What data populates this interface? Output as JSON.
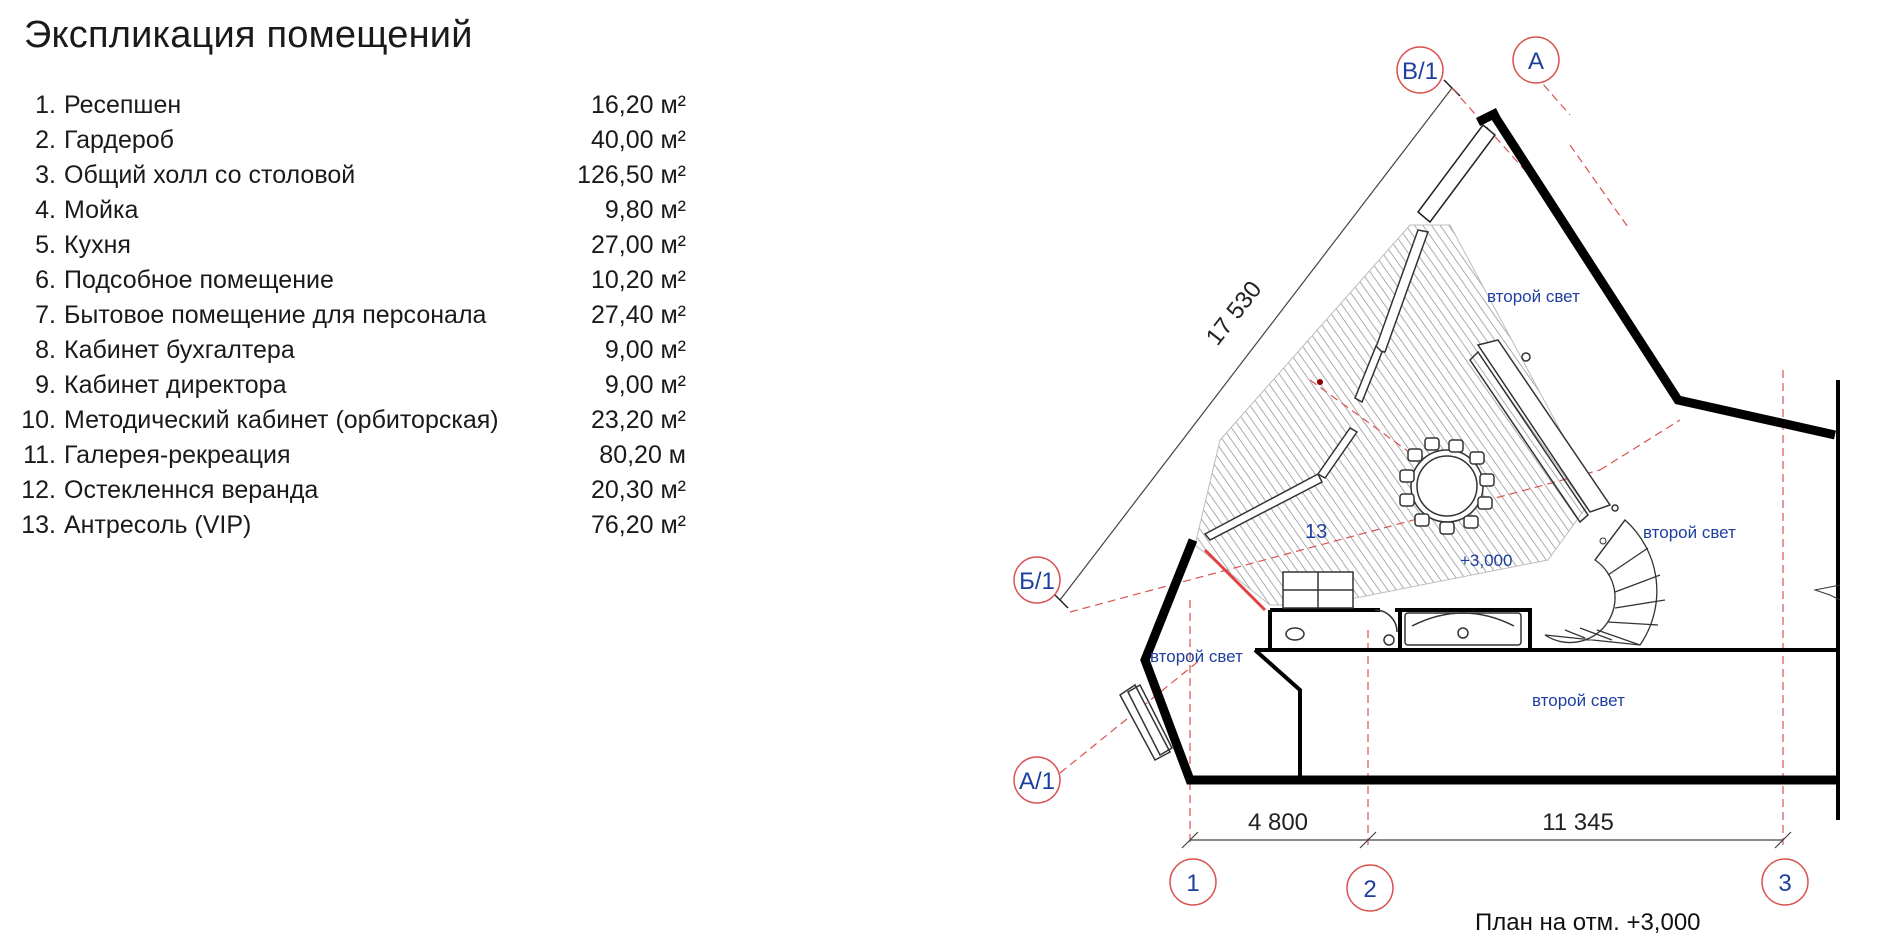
{
  "title": "Экспликация помещений",
  "rooms": [
    {
      "num": "1.",
      "name": "Ресепшен",
      "area": "16,20 м²"
    },
    {
      "num": "2.",
      "name": "Гардероб",
      "area": "40,00 м²"
    },
    {
      "num": "3.",
      "name": "Общий холл со столовой",
      "area": "126,50 м²"
    },
    {
      "num": "4.",
      "name": "Мойка",
      "area": "9,80 м²"
    },
    {
      "num": "5.",
      "name": "Кухня",
      "area": "27,00 м²"
    },
    {
      "num": "6.",
      "name": "Подсобное помещение",
      "area": "10,20 м²"
    },
    {
      "num": "7.",
      "name": "Бытовое помещение для персонала",
      "area": "27,40 м²"
    },
    {
      "num": "8.",
      "name": "Кабинет бухгалтера",
      "area": "9,00 м²"
    },
    {
      "num": "9.",
      "name": "Кабинет директора",
      "area": "9,00 м²"
    },
    {
      "num": "10.",
      "name": "Методический кабинет (орбиторская)",
      "area": "23,20 м²"
    },
    {
      "num": "11.",
      "name": "Галерея-рекреация",
      "area": "80,20 м"
    },
    {
      "num": "12.",
      "name": "Остекленнся веранда",
      "area": "20,30 м²"
    },
    {
      "num": "13.",
      "name": "Антресоль (VIP)",
      "area": "76,20 м²"
    }
  ],
  "plan": {
    "axes": {
      "v1": "В/1",
      "a": "А",
      "b1": "Б/1",
      "a1": "А/1",
      "n1": "1",
      "n2": "2",
      "n3": "3"
    },
    "dims": {
      "diag": "17 530",
      "d1": "4 800",
      "d2": "11 345"
    },
    "labels": {
      "second_light_1": "второй свет",
      "second_light_2": "второй свет",
      "second_light_3": "второй свет",
      "second_light_4": "второй свет",
      "room_13": "13",
      "elevation": "+3,000"
    },
    "caption": "План на отм. +3,000"
  },
  "colors": {
    "axis_blue": "#1f3fa0",
    "dash_red": "#d9534f",
    "wall": "#000000",
    "hatch": "#9a9a9a"
  }
}
